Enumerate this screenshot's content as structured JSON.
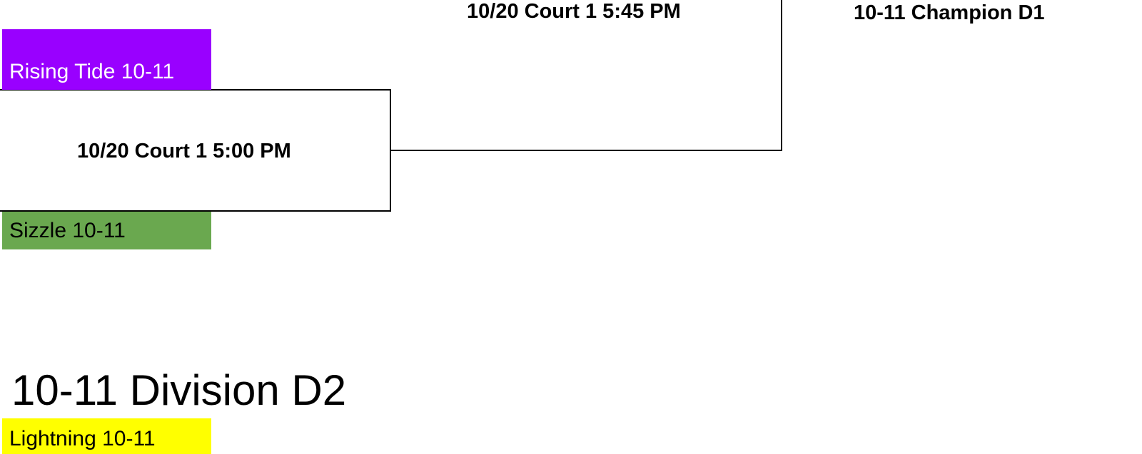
{
  "bracket_d1": {
    "semifinal_game": "10/20 Court 1 5:00 PM",
    "final_game": "10/20 Court 1 5:45 PM",
    "champion": "10-11 Champion D1",
    "teams": [
      {
        "name": "Rising Tide 10-11",
        "color": "#9900ff"
      },
      {
        "name": "Sizzle 10-11",
        "color": "#6aa84f"
      }
    ]
  },
  "bracket_d2": {
    "title": "10-11 Division D2",
    "teams": [
      {
        "name": "Lightning 10-11",
        "color": "#ffff00"
      }
    ]
  }
}
